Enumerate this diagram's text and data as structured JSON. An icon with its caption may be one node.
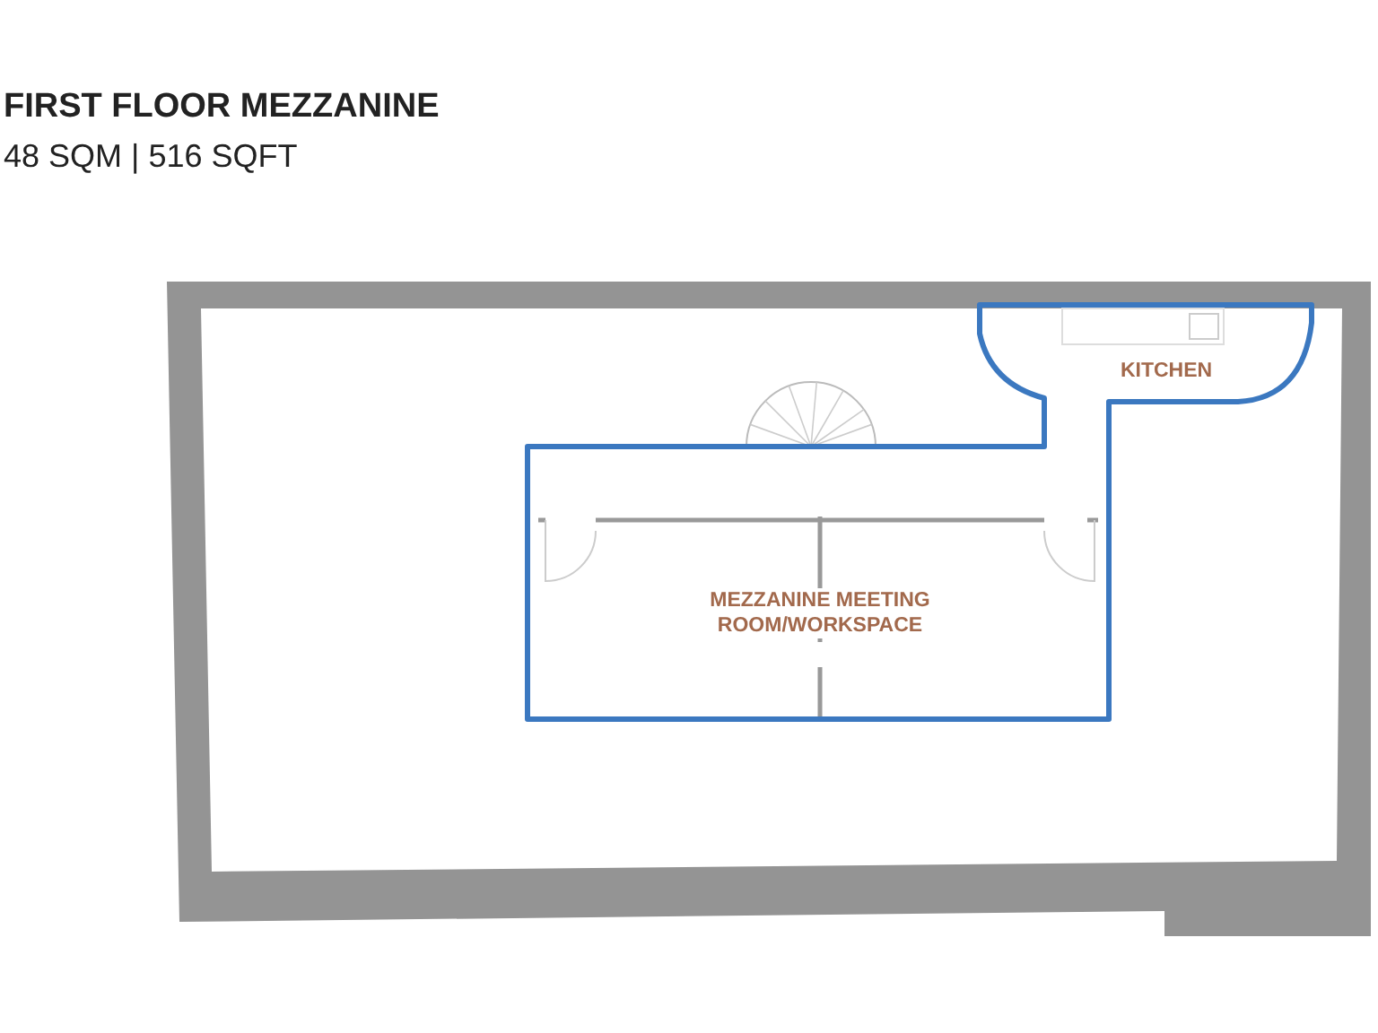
{
  "diagram": {
    "title": "FIRST FLOOR MEZZANINE",
    "nodes": [
      {
        "text": [
          "KITCHEN"
        ]
      },
      {
        "text": [
          "MEZZANINE MEETING ROOM/WORKSPACE"
        ]
      }
    ],
    "labels": [
      "48 SQM | 516 SQFT"
    ]
  }
}
